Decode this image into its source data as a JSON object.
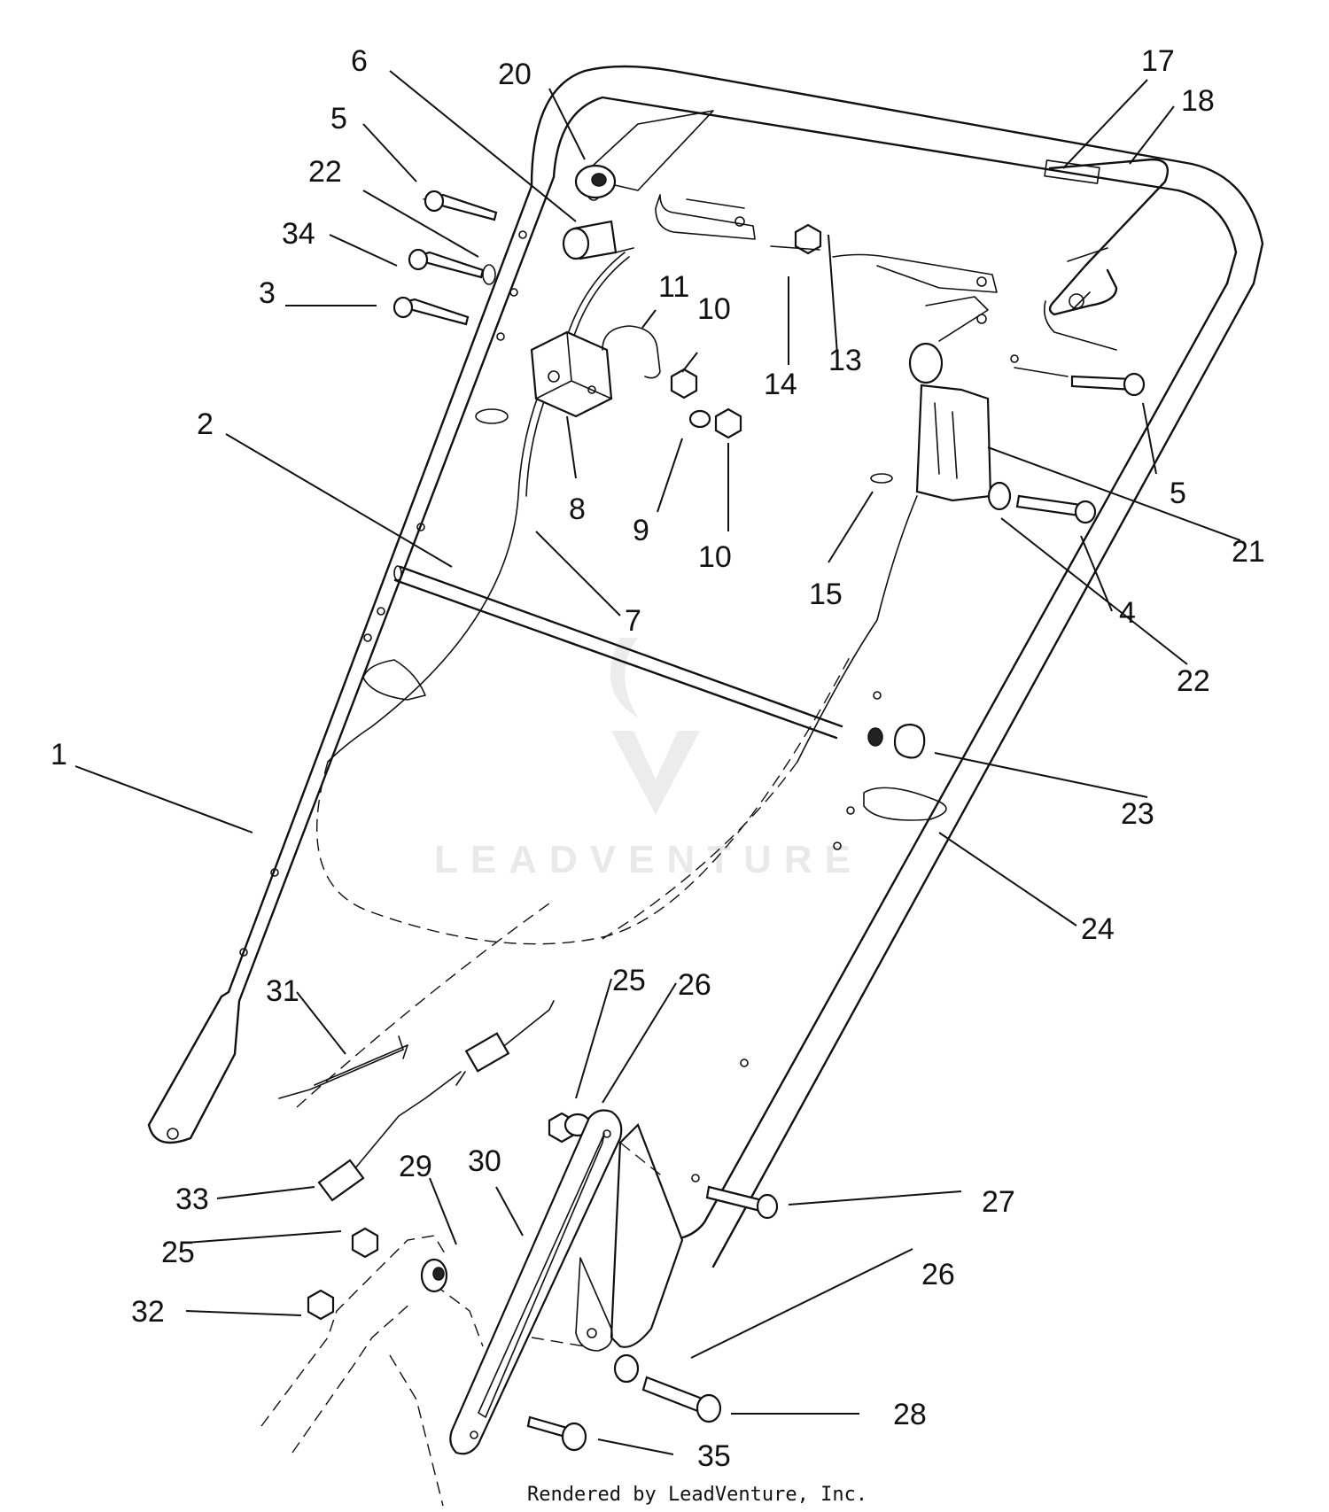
{
  "callouts": [
    {
      "id": "c1",
      "label": "1"
    },
    {
      "id": "c2",
      "label": "2"
    },
    {
      "id": "c3",
      "label": "3"
    },
    {
      "id": "c4",
      "label": "4"
    },
    {
      "id": "c5a",
      "label": "5"
    },
    {
      "id": "c5b",
      "label": "5"
    },
    {
      "id": "c6",
      "label": "6"
    },
    {
      "id": "c7",
      "label": "7"
    },
    {
      "id": "c8",
      "label": "8"
    },
    {
      "id": "c9",
      "label": "9"
    },
    {
      "id": "c10a",
      "label": "10"
    },
    {
      "id": "c10b",
      "label": "10"
    },
    {
      "id": "c11",
      "label": "11"
    },
    {
      "id": "c13",
      "label": "13"
    },
    {
      "id": "c14",
      "label": "14"
    },
    {
      "id": "c15",
      "label": "15"
    },
    {
      "id": "c17",
      "label": "17"
    },
    {
      "id": "c18",
      "label": "18"
    },
    {
      "id": "c20",
      "label": "20"
    },
    {
      "id": "c21",
      "label": "21"
    },
    {
      "id": "c22a",
      "label": "22"
    },
    {
      "id": "c22b",
      "label": "22"
    },
    {
      "id": "c23",
      "label": "23"
    },
    {
      "id": "c24",
      "label": "24"
    },
    {
      "id": "c25a",
      "label": "25"
    },
    {
      "id": "c25b",
      "label": "25"
    },
    {
      "id": "c26a",
      "label": "26"
    },
    {
      "id": "c26b",
      "label": "26"
    },
    {
      "id": "c27",
      "label": "27"
    },
    {
      "id": "c28",
      "label": "28"
    },
    {
      "id": "c29",
      "label": "29"
    },
    {
      "id": "c30",
      "label": "30"
    },
    {
      "id": "c31",
      "label": "31"
    },
    {
      "id": "c32",
      "label": "32"
    },
    {
      "id": "c33",
      "label": "33"
    },
    {
      "id": "c34",
      "label": "34"
    },
    {
      "id": "c35",
      "label": "35"
    }
  ],
  "watermark": "LEADVENTURE",
  "footer": "Rendered by LeadVenture, Inc."
}
